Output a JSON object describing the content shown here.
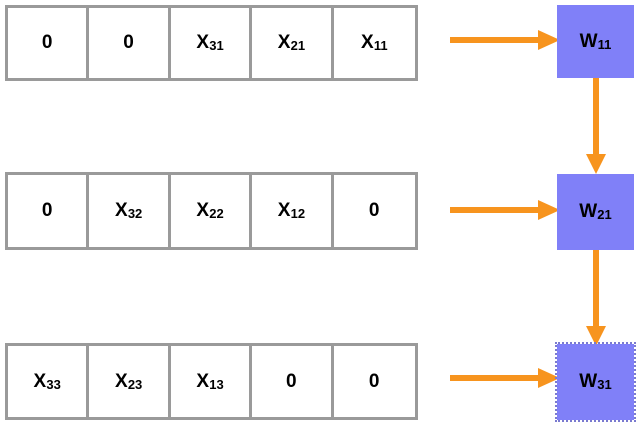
{
  "diagram": {
    "title": "im2col padded input rows feeding weight column",
    "colors": {
      "cell_border": "#9a9a9a",
      "cell_background": "#ffffff",
      "text": "#000000",
      "weight_box": "#8080f8",
      "arrow": "#f7941e",
      "selection_outline": "#7a7ad0"
    },
    "rows": [
      {
        "name": "input-row-1",
        "cells": [
          {
            "base": "0",
            "sub": ""
          },
          {
            "base": "0",
            "sub": ""
          },
          {
            "base": "X",
            "sub": "31"
          },
          {
            "base": "X",
            "sub": "21"
          },
          {
            "base": "X",
            "sub": "11"
          }
        ],
        "weight": {
          "base": "W",
          "sub": "11",
          "selected": false
        },
        "arrow_label": "arrow-row-1-to-w11"
      },
      {
        "name": "input-row-2",
        "cells": [
          {
            "base": "0",
            "sub": ""
          },
          {
            "base": "X",
            "sub": "32"
          },
          {
            "base": "X",
            "sub": "22"
          },
          {
            "base": "X",
            "sub": "12"
          },
          {
            "base": "0",
            "sub": ""
          }
        ],
        "weight": {
          "base": "W",
          "sub": "21",
          "selected": false
        },
        "arrow_label": "arrow-row-2-to-w21"
      },
      {
        "name": "input-row-3",
        "cells": [
          {
            "base": "X",
            "sub": "33"
          },
          {
            "base": "X",
            "sub": "23"
          },
          {
            "base": "X",
            "sub": "13"
          },
          {
            "base": "0",
            "sub": ""
          },
          {
            "base": "0",
            "sub": ""
          }
        ],
        "weight": {
          "base": "W",
          "sub": "31",
          "selected": true
        },
        "arrow_label": "arrow-row-3-to-w31"
      }
    ],
    "vertical_arrows": [
      {
        "name": "arrow-w11-to-w21"
      },
      {
        "name": "arrow-w21-to-w31"
      }
    ]
  }
}
